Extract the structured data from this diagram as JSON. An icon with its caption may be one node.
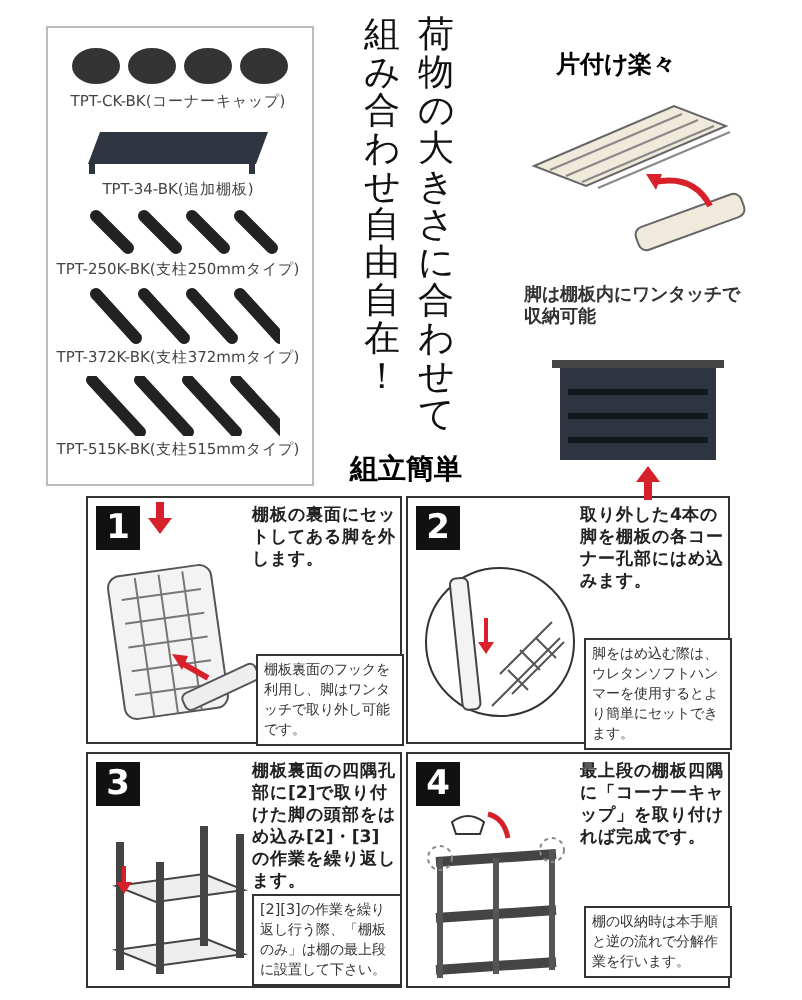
{
  "diagram": {
    "title": "荷物の大きさに合わせて組み合わせ自由自在！",
    "nodes": [
      {
        "text": [
          "TPT-CK-BK(コーナーキャップ)",
          "TPT-34-BK(追加棚板)",
          "TPT-250K-BK(支柱250mmタイプ)",
          "TPT-372K-BK(支柱372mmタイプ)",
          "TPT-515K-BK(支柱515mmタイプ)"
        ]
      },
      {
        "text": [
          "1",
          "棚板の裏面にセットしてある脚を外します。"
        ]
      },
      {
        "text": [
          "2",
          "取り外した4本の脚を棚板の各コーナー孔部にはめ込みます。"
        ]
      },
      {
        "text": [
          "3",
          "棚板裏面の四隅孔部に[2]で取り付けた脚の頭部をはめ込み[2]・[3]の作業を繰り返します。"
        ]
      },
      {
        "text": [
          "4",
          "最上段の棚板四隅に「コーナーキャップ」を取り付ければ完成です。"
        ]
      },
      {
        "text": [
          "棚板裏面のフックを利用し、脚はワンタッチで取り外し可能です。"
        ],
        "in": 1
      },
      {
        "text": [
          "脚をはめ込む際は、ウレタンソフトハンマーを使用するとより簡単にセットできます。"
        ],
        "in": 2
      },
      {
        "text": [
          "[2][3]の作業を繰り返し行う際、「棚板のみ」は棚の最上段に設置して下さい。"
        ],
        "in": 3
      },
      {
        "text": [
          "棚の収納時は本手順と逆の流れで分解作業を行います。"
        ],
        "in": 4
      }
    ],
    "labels": [
      "片付け楽々",
      "脚は棚板内にワンタッチで収納可能",
      "組立簡単"
    ]
  }
}
